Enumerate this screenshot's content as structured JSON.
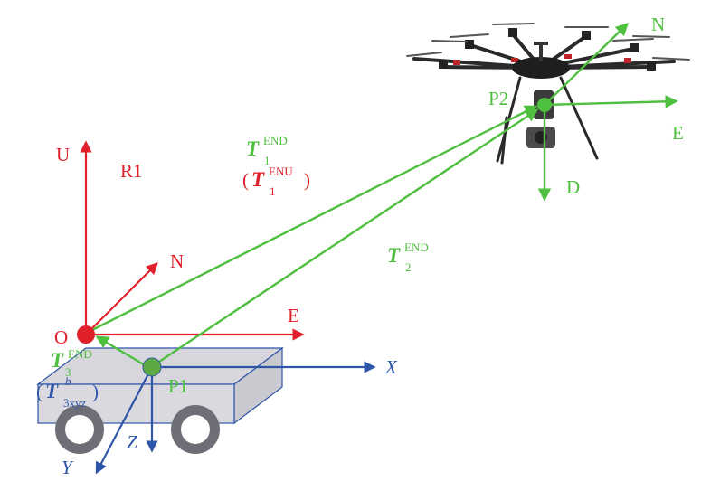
{
  "colors": {
    "red": "#e0202a",
    "green": "#4fbf3f",
    "blue": "#2f55a8",
    "box_fill": "#d6d6dc",
    "box_stroke": "#2f55a8",
    "wheel": "#6e6e76"
  },
  "labels": {
    "u": "U",
    "r1": "R1",
    "n_ground": "N",
    "e_ground": "E",
    "origin": "O",
    "p1": "P1",
    "p2": "P2",
    "n_drone": "N",
    "e_drone": "E",
    "d_drone": "D",
    "x": "X",
    "y": "Y",
    "z": "Z"
  },
  "transforms": {
    "t1": {
      "symbol": "T",
      "sup": "END",
      "sub": "1"
    },
    "t1_alt": {
      "open": "(",
      "symbol": "T",
      "sup": "ENU",
      "sub": "1",
      "close": ")"
    },
    "t2": {
      "symbol": "T",
      "sup": "END",
      "sub": "2"
    },
    "t3": {
      "symbol": "T",
      "sup": "END",
      "sub": "3"
    },
    "t3_alt": {
      "open": "(",
      "symbol": "T",
      "sup": "b",
      "sub": "3xyz",
      "close": ")"
    }
  },
  "icons": {
    "drone": "hexacopter-drone-icon",
    "vehicle": "ground-vehicle-icon"
  }
}
